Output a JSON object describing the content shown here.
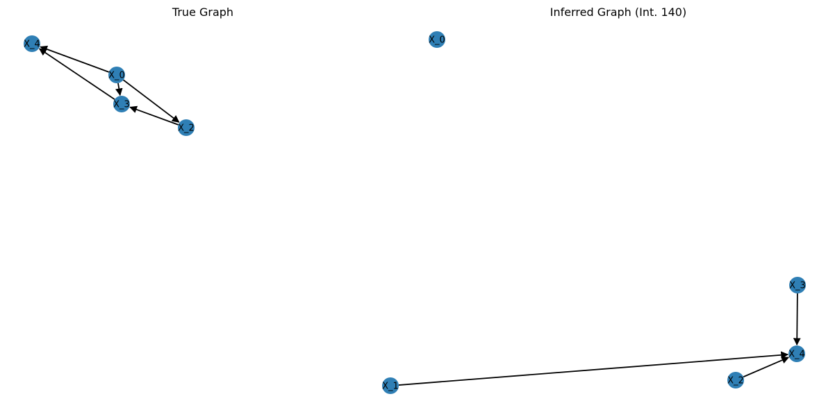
{
  "colors": {
    "node_fill": "#2f7fb5",
    "edge": "#000000",
    "background": "#ffffff"
  },
  "panels": [
    {
      "id": "true-graph",
      "title": "True Graph",
      "nodes": [
        {
          "id": "X_4",
          "label": "X_4"
        },
        {
          "id": "X_0",
          "label": "X_0"
        },
        {
          "id": "X_3",
          "label": "X_3"
        },
        {
          "id": "X_2",
          "label": "X_2"
        }
      ],
      "edges": [
        {
          "from": "X_0",
          "to": "X_4"
        },
        {
          "from": "X_0",
          "to": "X_3"
        },
        {
          "from": "X_0",
          "to": "X_2"
        },
        {
          "from": "X_3",
          "to": "X_4"
        },
        {
          "from": "X_2",
          "to": "X_3"
        }
      ]
    },
    {
      "id": "inferred-graph",
      "title": "Inferred Graph (Int. 140)",
      "nodes": [
        {
          "id": "X_0",
          "label": "X_0"
        },
        {
          "id": "X_1",
          "label": "X_1"
        },
        {
          "id": "X_3",
          "label": "X_3"
        },
        {
          "id": "X_4",
          "label": "X_4"
        },
        {
          "id": "X_2",
          "label": "X_2"
        }
      ],
      "edges": [
        {
          "from": "X_1",
          "to": "X_4"
        },
        {
          "from": "X_3",
          "to": "X_4"
        },
        {
          "from": "X_2",
          "to": "X_4"
        }
      ]
    }
  ]
}
